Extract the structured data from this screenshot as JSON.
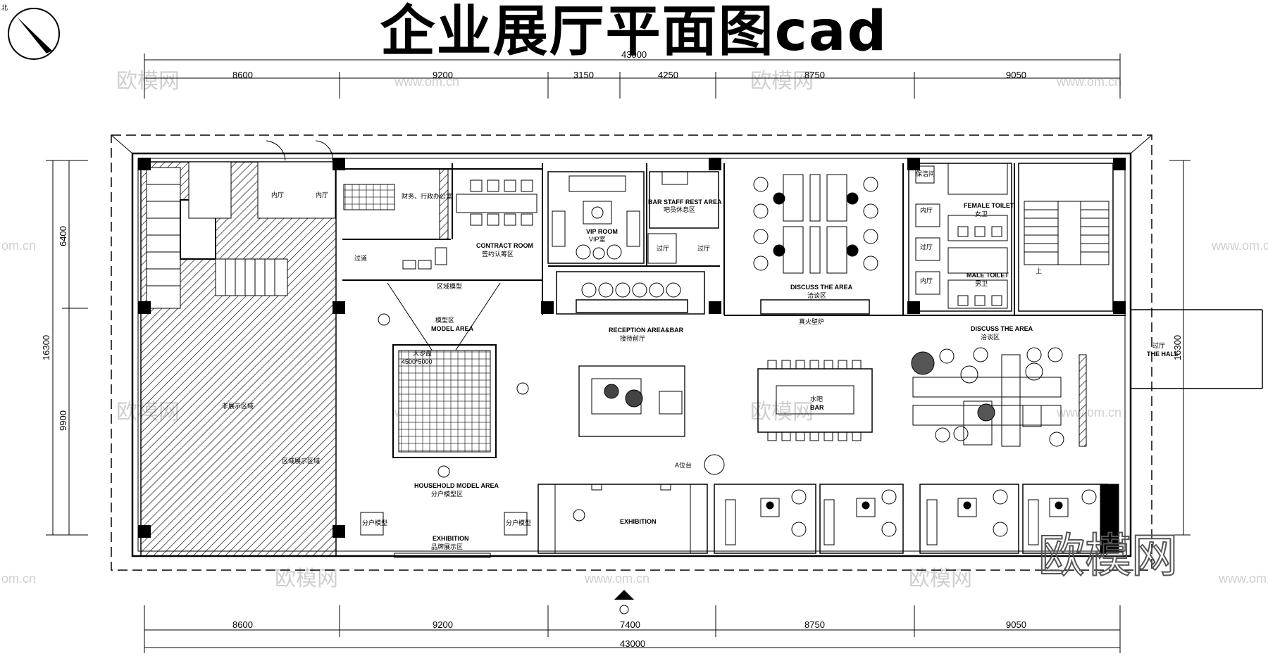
{
  "title": "企业展厅平面图cad",
  "north_label": "北",
  "top_dims": {
    "total": "43000",
    "segments": [
      "8600",
      "9200",
      "3150",
      "4250",
      "8750",
      "9050"
    ]
  },
  "bottom_dims": {
    "total": "43000",
    "segments": [
      "8600",
      "9200",
      "7400",
      "8750",
      "9050"
    ]
  },
  "left_dims": {
    "total": "16300",
    "segments": [
      "6400",
      "9900"
    ]
  },
  "right_dims": {
    "total": "16300"
  },
  "rooms": {
    "finance_office": "财务、行政办公室",
    "contract_en": "CONTRACT ROOM",
    "contract_cn": "签约认筹区",
    "vip_en": "VIP ROOM",
    "vip_cn": "VIP室",
    "bar_staff_en": "BAR STAFF REST AREA",
    "bar_staff_cn": "吧员休息区",
    "corridor_a": "过道",
    "corridor_b": "过厅",
    "corridor_c": "过厅",
    "region_model": "区域模型",
    "model_cn": "模型区",
    "model_en": "MODEL AREA",
    "sandtable_cn": "大沙盘",
    "sandtable_size": "4500*5000",
    "reception_en": "RECEPTION AREA&BAR",
    "reception_cn": "接待前厅",
    "discuss1_en": "DISCUSS THE AREA",
    "discuss1_cn": "洽谈区",
    "fireplace": "真火壁炉",
    "discuss2_en": "DISCUSS THE AREA",
    "discuss2_cn": "洽谈区",
    "bar_cn": "水吧",
    "bar_en": "BAR",
    "platform": "A位台",
    "household_en": "HOUSEHOLD MODEL AREA",
    "household_cn": "分户模型区",
    "exhibition1_en": "EXHIBITION",
    "exhibition1_cn": "品牌展示区",
    "exhibition2_en": "EXHIBITION",
    "unit_model_1": "分户模型",
    "unit_model_2": "分户模型",
    "female_en": "FEMALE TOILET",
    "female_cn": "女卫",
    "male_en": "MALE TOILET",
    "male_cn": "男卫",
    "cleaning": "保洁间",
    "hall_cn": "过厅",
    "hall_en": "THE HALL",
    "stair_up": "上",
    "inner_a": "内厅",
    "inner_b": "内厅",
    "west_hall": "非展示区域",
    "west_note": "区域展示区域"
  },
  "watermarks": [
    "欧模网",
    "www.om.cn",
    "om.cn"
  ],
  "logo_text": "欧模网"
}
